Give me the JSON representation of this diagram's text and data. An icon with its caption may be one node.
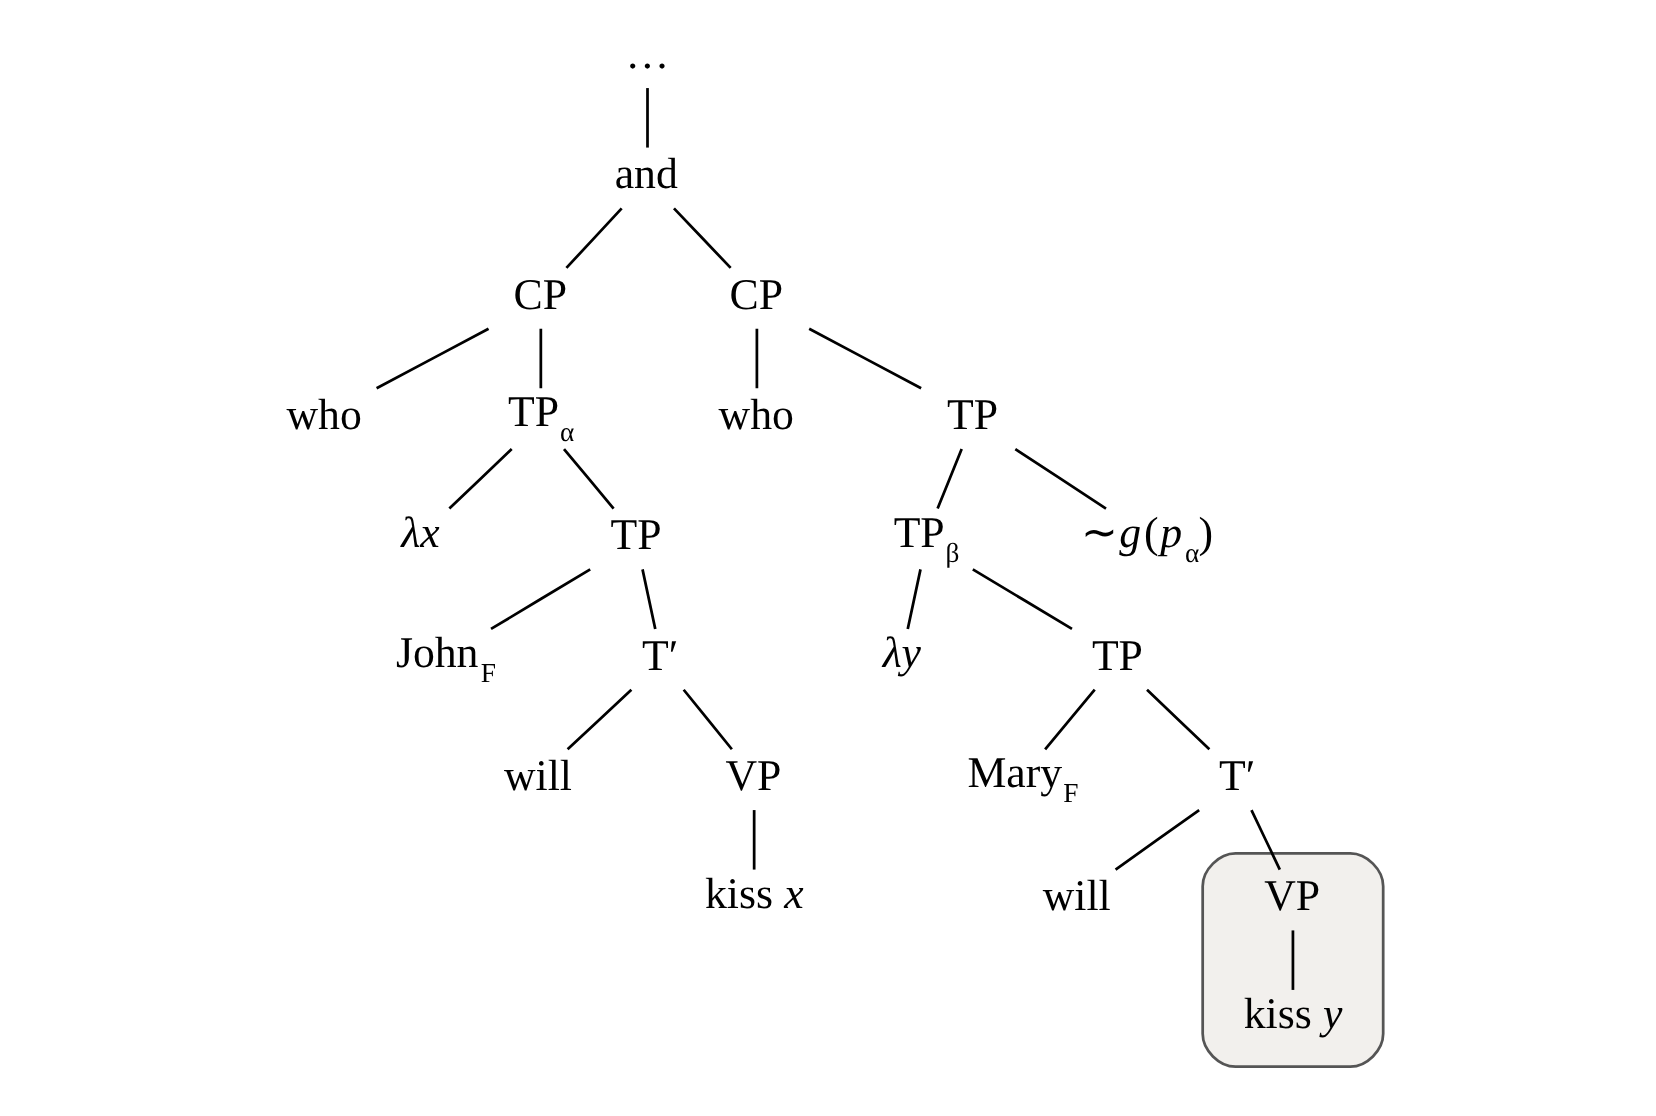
{
  "diagram": {
    "nodes": [
      {
        "text": [
          "…"
        ]
      },
      {
        "text": [
          "and"
        ]
      },
      {
        "text": [
          "CP"
        ]
      },
      {
        "text": [
          "who"
        ]
      },
      {
        "text": [
          "TP$_{α}$"
        ]
      },
      {
        "text": [
          "λx"
        ]
      },
      {
        "text": [
          "TP"
        ]
      },
      {
        "text": [
          "John$_{F}$"
        ]
      },
      {
        "text": [
          "T′"
        ]
      },
      {
        "text": [
          "will"
        ]
      },
      {
        "text": [
          "VP"
        ]
      },
      {
        "text": [
          "kiss *x*"
        ]
      },
      {
        "text": [
          "CP"
        ]
      },
      {
        "text": [
          "who"
        ]
      },
      {
        "text": [
          "TP"
        ]
      },
      {
        "text": [
          "TP$_{β}$"
        ]
      },
      {
        "text": [
          "∼*g*(*p*$_{α}$)"
        ]
      },
      {
        "text": [
          "λy"
        ]
      },
      {
        "text": [
          "TP"
        ]
      },
      {
        "text": [
          "Mary$_{F}$"
        ]
      },
      {
        "text": [
          "T′"
        ]
      },
      {
        "text": [
          "will"
        ]
      },
      {
        "text": [],
        "shape": "box"
      },
      {
        "text": [
          "VP"
        ],
        "in": 22
      },
      {
        "text": [
          "kiss *y*"
        ],
        "in": 22
      }
    ],
    "edges": [
      {
        "from": 0,
        "to": 1,
        "arrow": "none"
      },
      {
        "from": 1,
        "to": 2,
        "arrow": "none"
      },
      {
        "from": 1,
        "to": 12,
        "arrow": "none"
      },
      {
        "from": 2,
        "to": 3,
        "arrow": "none"
      },
      {
        "from": 2,
        "to": 4,
        "arrow": "none"
      },
      {
        "from": 4,
        "to": 5,
        "arrow": "none"
      },
      {
        "from": 4,
        "to": 6,
        "arrow": "none"
      },
      {
        "from": 6,
        "to": 7,
        "arrow": "none"
      },
      {
        "from": 6,
        "to": 8,
        "arrow": "none"
      },
      {
        "from": 8,
        "to": 9,
        "arrow": "none"
      },
      {
        "from": 8,
        "to": 10,
        "arrow": "none"
      },
      {
        "from": 10,
        "to": 11,
        "arrow": "none"
      },
      {
        "from": 12,
        "to": 13,
        "arrow": "none"
      },
      {
        "from": 12,
        "to": 14,
        "arrow": "none"
      },
      {
        "from": 14,
        "to": 15,
        "arrow": "none"
      },
      {
        "from": 14,
        "to": 16,
        "arrow": "none"
      },
      {
        "from": 15,
        "to": 17,
        "arrow": "none"
      },
      {
        "from": 15,
        "to": 18,
        "arrow": "none"
      },
      {
        "from": 18,
        "to": 19,
        "arrow": "none"
      },
      {
        "from": 18,
        "to": 20,
        "arrow": "none"
      },
      {
        "from": 20,
        "to": 21,
        "arrow": "none"
      },
      {
        "from": 20,
        "to": 23,
        "arrow": "none"
      },
      {
        "from": 23,
        "to": 24,
        "arrow": "none"
      }
    ]
  }
}
